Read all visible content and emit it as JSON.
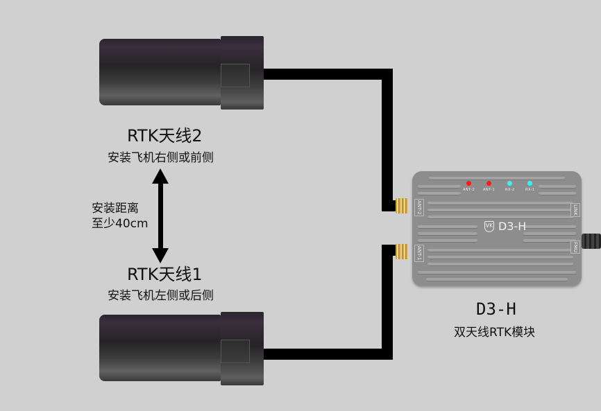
{
  "antenna2": {
    "title": "RTK天线2",
    "subtitle": "安装飞机右侧或前侧"
  },
  "antenna1": {
    "title": "RTK天线1",
    "subtitle": "安装飞机左侧或后侧"
  },
  "distance_note": {
    "line1": "安装距离",
    "line2": "至少40cm"
  },
  "module": {
    "model": "D3-H",
    "logo": "VK",
    "name": "D3-H",
    "description": "双天线RTK模块",
    "leds": [
      {
        "label": "ANT-2",
        "color": "#ff1a1a"
      },
      {
        "label": "ANT-1",
        "color": "#ff1a1a"
      },
      {
        "label": "RX-2",
        "color": "#3ff0f0"
      },
      {
        "label": "RX-1",
        "color": "#3ff0f0"
      }
    ],
    "ports": {
      "left_top": "ANT-2",
      "left_bottom": "ANT-1",
      "right_top": "LINK",
      "right_bottom": "FMU"
    }
  },
  "colors": {
    "background": "#d0d0d0",
    "cable": "#000000",
    "module_body": "#8d8d8d"
  }
}
